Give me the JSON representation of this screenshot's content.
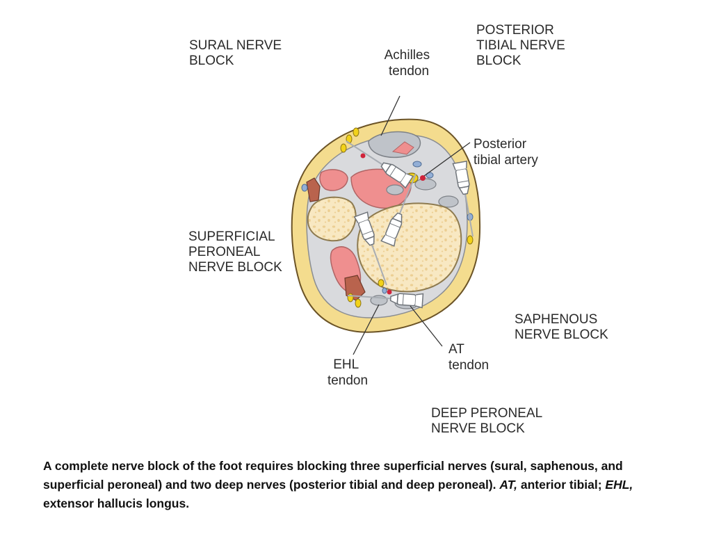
{
  "diagram": {
    "labels": {
      "sural_1": "SURAL NERVE",
      "sural_2": "BLOCK",
      "achilles_1": "Achilles",
      "achilles_2": "tendon",
      "post_tibial_1": "POSTERIOR",
      "post_tibial_2": "TIBIAL NERVE",
      "post_tibial_3": "BLOCK",
      "post_artery_1": "Posterior",
      "post_artery_2": "tibial artery",
      "sup_peroneal_1": "SUPERFICIAL",
      "sup_peroneal_2": "PERONEAL",
      "sup_peroneal_3": "NERVE BLOCK",
      "saphenous_1": "SAPHENOUS",
      "saphenous_2": "NERVE BLOCK",
      "ehl_1": "EHL",
      "ehl_2": "tendon",
      "at_1": "AT",
      "at_2": "tendon",
      "deep_peroneal_1": "DEEP PERONEAL",
      "deep_peroneal_2": "NERVE BLOCK"
    },
    "colors": {
      "skin": "#f4dc8e",
      "skin_outline": "#6b5326",
      "fascia": "#d9dadd",
      "tendon": "#bfc3c9",
      "muscle": "#ef8f8f",
      "bone": "#f8e8c2",
      "bone_spot": "#eccf93",
      "nerve": "#f2d21a",
      "artery": "#d0243b",
      "vein": "#93afd6"
    }
  },
  "caption": {
    "text_1": "A complete nerve block of the foot requires blocking three superficial nerves (sural, saphenous, and superficial peroneal) and two deep nerves (posterior tibial and deep peroneal). ",
    "abbr_at": "AT,",
    "text_2": " anterior tibial; ",
    "abbr_ehl": "EHL,",
    "text_3": " extensor hallucis longus."
  }
}
